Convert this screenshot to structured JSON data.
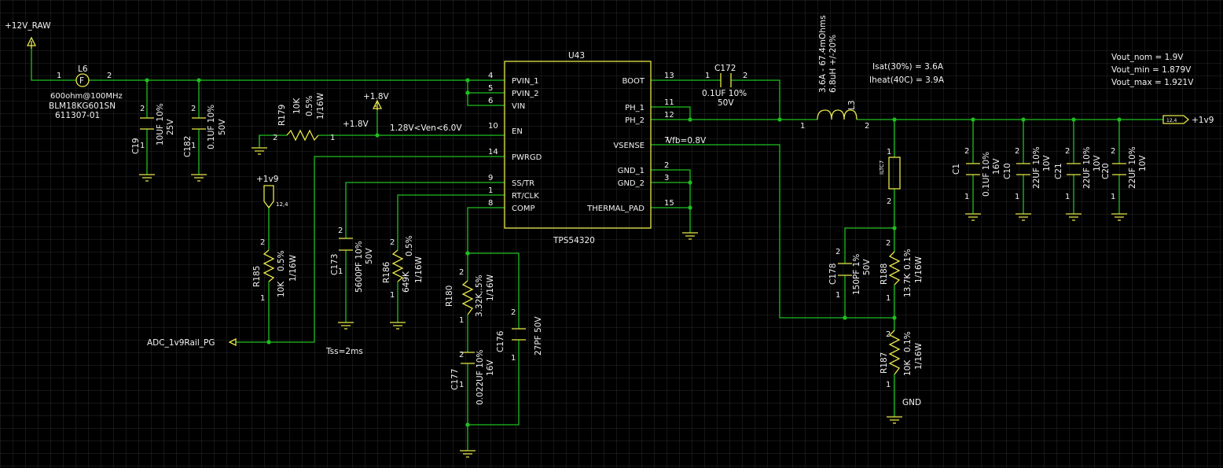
{
  "ic": {
    "ref": "U43",
    "part": "TPS54320",
    "left_pins": [
      {
        "num": "4",
        "name": "PVIN_1"
      },
      {
        "num": "5",
        "name": "PVIN_2"
      },
      {
        "num": "6",
        "name": "VIN"
      },
      {
        "num": "10",
        "name": "EN"
      },
      {
        "num": "14",
        "name": "PWRGD"
      },
      {
        "num": "9",
        "name": "SS/TR"
      },
      {
        "num": "1",
        "name": "RT/CLK"
      },
      {
        "num": "8",
        "name": "COMP"
      }
    ],
    "right_pins": [
      {
        "num": "13",
        "name": "BOOT"
      },
      {
        "num": "11",
        "name": "PH_1"
      },
      {
        "num": "12",
        "name": "PH_2"
      },
      {
        "num": "7",
        "name": "VSENSE"
      },
      {
        "num": "2",
        "name": "GND_1"
      },
      {
        "num": "3",
        "name": "GND_2"
      },
      {
        "num": "15",
        "name": "THERMAL_PAD"
      }
    ]
  },
  "nets": {
    "v12_raw": "+12V_RAW",
    "v1p8_a": "+1.8V",
    "v1p8_b": "+1.8V",
    "v1v9_in": "+1v9",
    "v1v9_out": "+1v9",
    "port_tag_in": "12,4",
    "port_tag_out": "12,4",
    "adc_pg": "ADC_1v9Rail_PG",
    "gnd": "GND"
  },
  "notes": {
    "en_range": "1.28V<Ven<6.0V",
    "vfb": "Vfb=0.8V",
    "tss": "Tss=2ms",
    "isat": "Isat(30%) = 3.6A",
    "iheat": "Iheat(40C) = 3.9A",
    "vout_nom": "Vout_nom = 1.9V",
    "vout_min": "Vout_min = 1.879V",
    "vout_max": "Vout_max = 1.921V"
  },
  "components": {
    "L6": {
      "ref": "L6",
      "value": "600ohm@100MHz",
      "part": "BLM18KG601SN",
      "code": "611307-01",
      "pin1": "1",
      "pin2": "2",
      "glyph": "F"
    },
    "C19": {
      "ref": "C19",
      "v1": "10UF 10%",
      "v2": "25V"
    },
    "C182": {
      "ref": "C182",
      "v1": "0.1UF 10%",
      "v2": "50V"
    },
    "R179": {
      "ref": "R179",
      "v1": "10K",
      "v2": "0.5%",
      "v3": "1/16W"
    },
    "R185": {
      "ref": "R185",
      "v1": "0.5%",
      "v2": "10K",
      "v3": "1/16W"
    },
    "C173": {
      "ref": "C173",
      "v1": "5600PF 10%",
      "v2": "50V"
    },
    "R186": {
      "ref": "R186",
      "v1": "0.5%",
      "v2": "649K",
      "v3": "1/16W"
    },
    "R180": {
      "ref": "R180",
      "v1": "3.32K,.5%",
      "v2": "1/16W"
    },
    "C176": {
      "ref": "C176",
      "v1": "27PF 50V"
    },
    "C177": {
      "ref": "C177",
      "v1": "0.022UF 10%",
      "v2": "16V"
    },
    "C172": {
      "ref": "C172",
      "v1": "0.1UF 10%",
      "v2": "50V"
    },
    "L3": {
      "ref": "L3",
      "v1": "3.6A - 67.4mOhms",
      "v2": "6.8uH +/-20%"
    },
    "ILTC7": {
      "ref": "ILTC7"
    },
    "C178": {
      "ref": "C178",
      "v1": "150PF 1%",
      "v2": "50V"
    },
    "R188": {
      "ref": "R188",
      "v1": "0.1%",
      "v2": "13.7K",
      "v3": "1/16W"
    },
    "R187": {
      "ref": "R187",
      "v1": "0.1%",
      "v2": "10K",
      "v3": "1/16W"
    },
    "C1": {
      "ref": "C1",
      "v1": "0.1UF 10%",
      "v2": "16V"
    },
    "C10": {
      "ref": "C10",
      "v1": "22UF 10%",
      "v2": "10V"
    },
    "C21": {
      "ref": "C21",
      "v1": "22UF 10%",
      "v2": "10V"
    },
    "C20": {
      "ref": "C20",
      "v1": "22UF 10%",
      "v2": "10V"
    }
  },
  "pins": {
    "p1": "1",
    "p2": "2"
  },
  "colors": {
    "background": "#000000",
    "wire": "#1fbf1f",
    "symbol": "#e8e84a",
    "text": "#f2f2f2",
    "grid": "#2a2a2a"
  }
}
